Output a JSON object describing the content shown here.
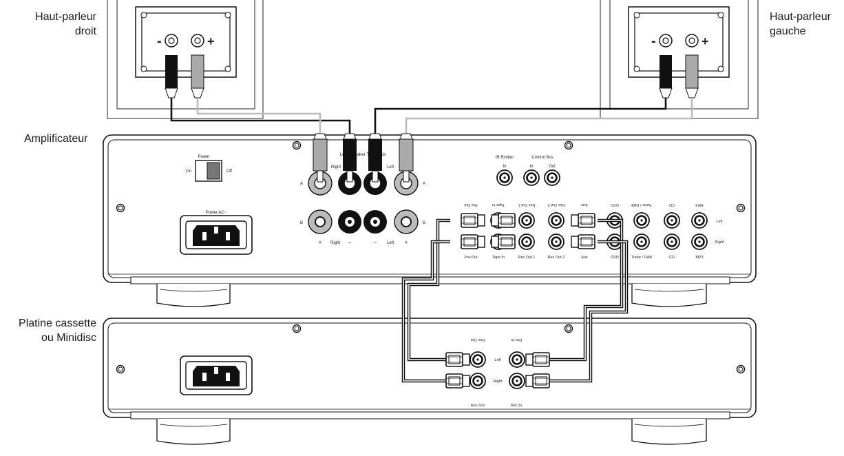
{
  "labels": {
    "speaker_right": [
      "Haut-parleur",
      "droit"
    ],
    "speaker_left": [
      "Haut-parleur",
      "gauche"
    ],
    "amplifier": [
      "Amplificateur"
    ],
    "deck": [
      "Platine cassette",
      "ou Minidisc"
    ]
  },
  "amp_panel": {
    "power": "Power",
    "on": "On",
    "off": "Off",
    "power_ac": "Power AC~",
    "speaker_terminals": "Loudspeaker Terminals",
    "right": "Right",
    "left": "Left",
    "plus": "+",
    "minus": "−",
    "terminal_a": "A",
    "terminal_b": "B",
    "ir_emitter": "IR Emitter",
    "control_bus": "Control Bus",
    "in": "In",
    "out": "Out",
    "pre_out": "Pre-Out",
    "tape_in": "Tape In",
    "rec_out_1": "Rec Out 1",
    "rec_out_2": "Rec Out 2",
    "aux": "Aux",
    "dvd": "DVD",
    "tuner_dab": "Tuner / DAB",
    "cd": "CD",
    "mp3": "MP3"
  },
  "deck_panel": {
    "rec_out": "Rec Out",
    "rec_in": "Rec In",
    "left": "Left",
    "right": "Right"
  },
  "speaker_polarity": {
    "minus": "-",
    "plus": "+"
  },
  "colors": {
    "black_cable": "#111111",
    "red_cable": "#b5b5b5",
    "panel_stroke": "#1a1a1a"
  }
}
